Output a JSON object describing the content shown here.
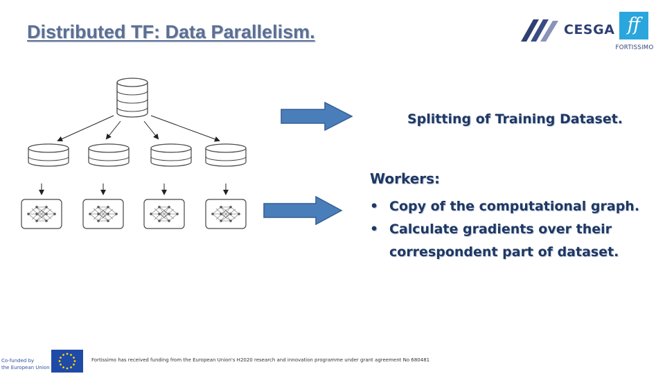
{
  "slide": {
    "title": "Distributed TF: Data Parallelism.",
    "splitting_text": "Splitting of Training Dataset.",
    "workers_heading": "Workers:",
    "bullets": [
      {
        "line1": "Copy of the computational graph.",
        "line2": ""
      },
      {
        "line1": "Calculate gradients over their",
        "line2": "correspondent part of dataset."
      }
    ],
    "bullet_char": "•"
  },
  "logos": {
    "cesga": "CESGA",
    "fortissimo_mark": "ff",
    "fortissimo": "FORTISSIMO",
    "eu_line1": "Co-funded by",
    "eu_line2": "the European Union"
  },
  "footer": {
    "funding": "Fortissimo has received funding from the European Union's H2020 research and innovation programme under grant agreement No 680481"
  },
  "colors": {
    "title": "#5b6f95",
    "text": "#1f3864",
    "arrow_fill": "#4a7ebb",
    "arrow_stroke": "#355f91"
  }
}
